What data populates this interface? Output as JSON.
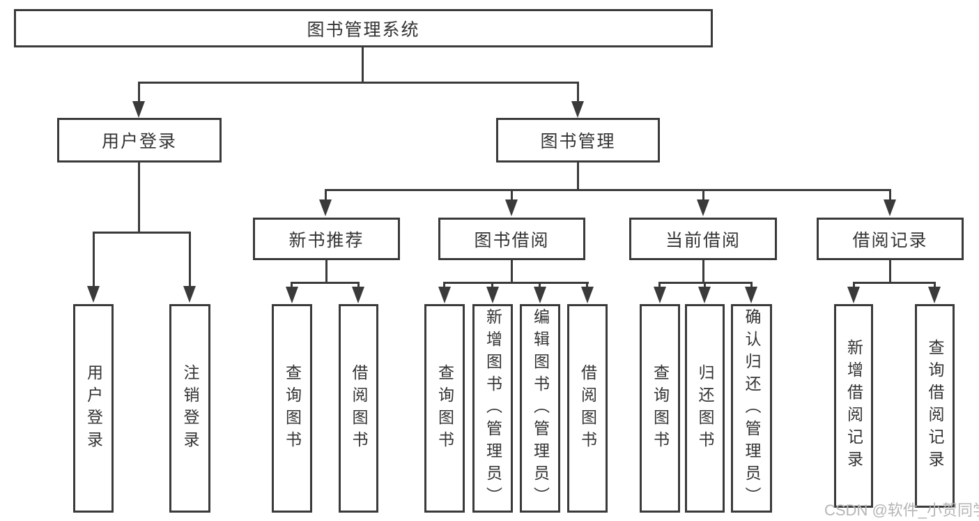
{
  "tree": {
    "label": "图书管理系统",
    "children": [
      {
        "label": "用户登录",
        "children": [
          {
            "label": "用户登录"
          },
          {
            "label": "注销登录"
          }
        ]
      },
      {
        "label": "图书管理",
        "children": [
          {
            "label": "新书推荐",
            "children": [
              {
                "label": "查询图书"
              },
              {
                "label": "借阅图书"
              }
            ]
          },
          {
            "label": "图书借阅",
            "children": [
              {
                "label": "查询图书"
              },
              {
                "label": "新增图书（管理员）"
              },
              {
                "label": "编辑图书（管理员）"
              },
              {
                "label": "借阅图书"
              }
            ]
          },
          {
            "label": "当前借阅",
            "children": [
              {
                "label": "查询图书"
              },
              {
                "label": "归还图书"
              },
              {
                "label": "确认归还（管理员）"
              }
            ]
          },
          {
            "label": "借阅记录",
            "children": [
              {
                "label": "新增借阅记录"
              },
              {
                "label": "查询借阅记录"
              }
            ]
          }
        ]
      }
    ]
  },
  "watermark": "CSDN @软件_小贺同学",
  "colors": {
    "line": "#3a3a3a",
    "text": "#333333",
    "watermark": "#b5b5b5",
    "background": "#ffffff"
  }
}
